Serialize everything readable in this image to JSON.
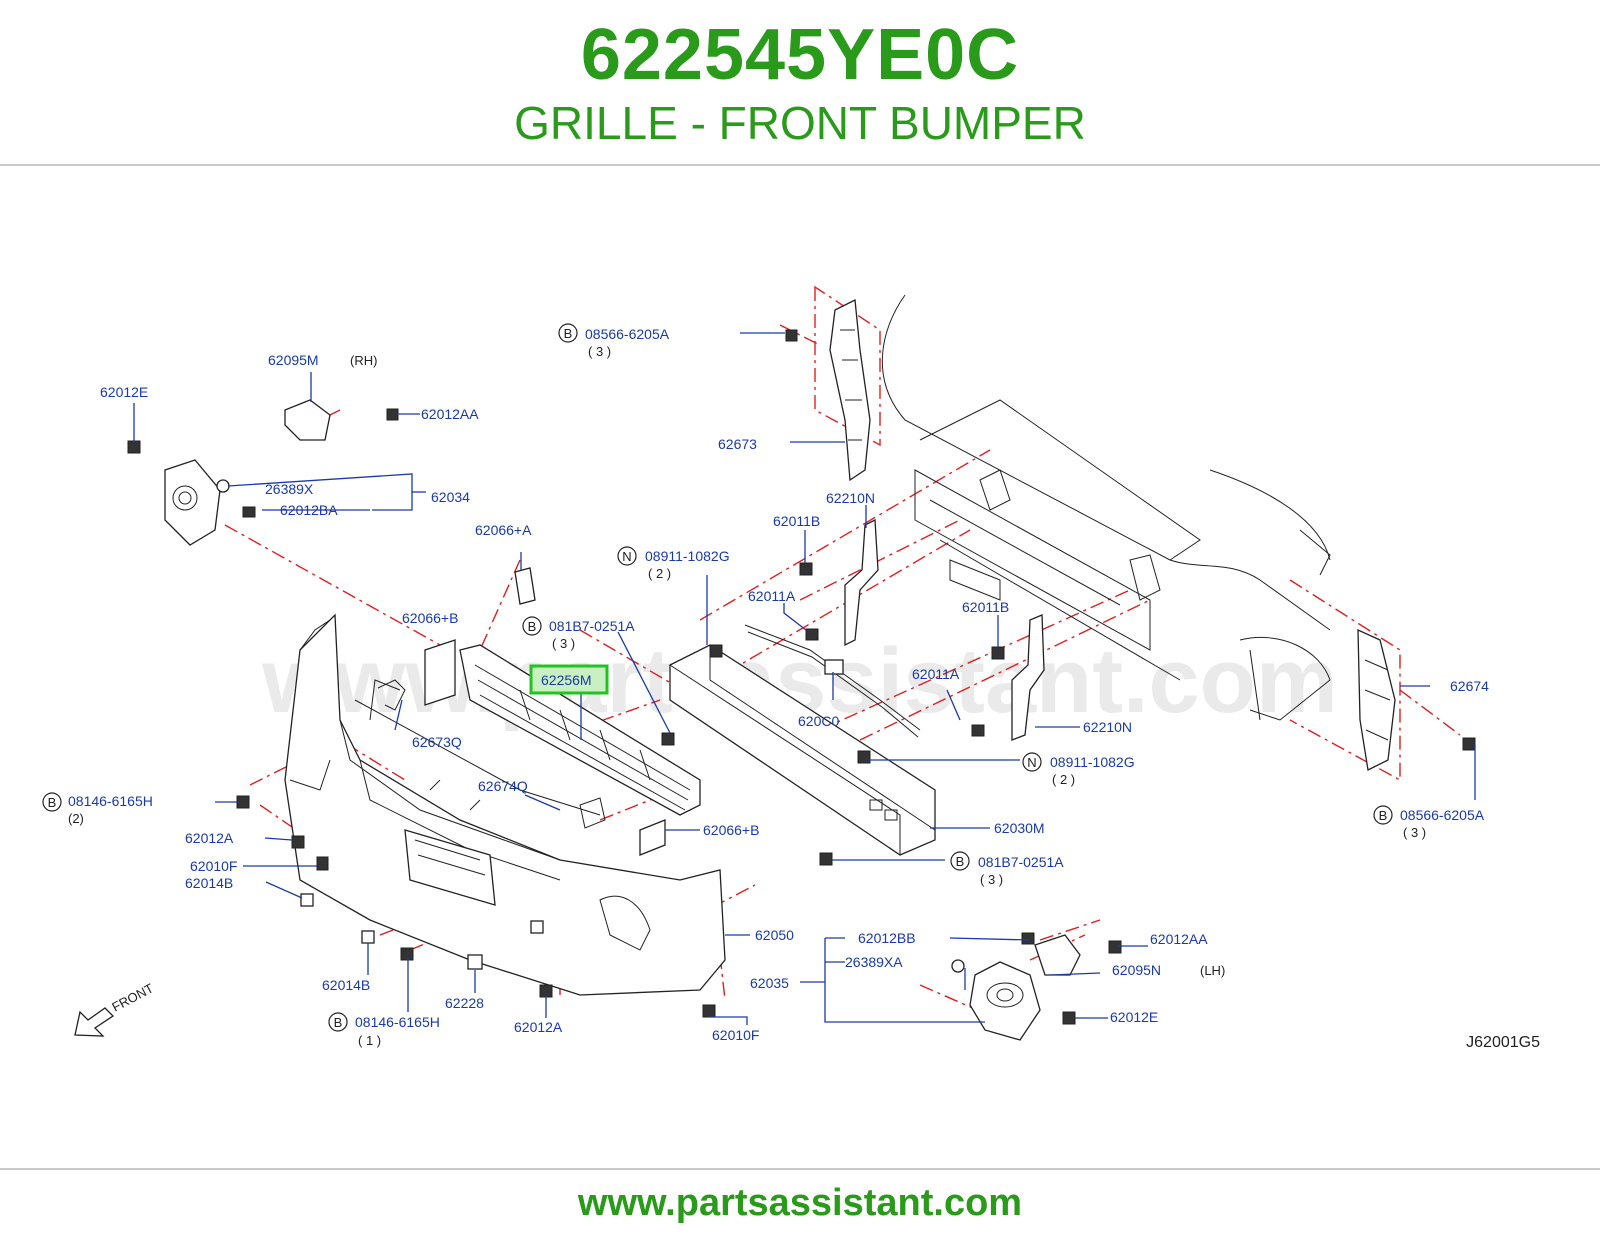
{
  "header": {
    "part_number": "622545YE0C",
    "part_name": "GRILLE - FRONT BUMPER"
  },
  "watermark": "www.partsassistant.com",
  "diagram_code": "J62001G5",
  "front_label": "FRONT",
  "highlighted_part": "62256M",
  "colors": {
    "title": "#2a9a1a",
    "callout": "#1a3aa8",
    "guide_line": "#e02020",
    "highlight": "#21c321"
  },
  "labels": {
    "l62095M": "62095M",
    "rh": "(RH)",
    "l62012E_a": "62012E",
    "l62012AA_a": "62012AA",
    "l26389X": "26389X",
    "l62034": "62034",
    "l62012BA": "62012BA",
    "b_08566_a": "08566-6205A",
    "q3_a": "(  3  )",
    "l62673": "62673",
    "l62210N_a": "62210N",
    "l62011B_a": "62011B",
    "n_08911_a": "08911-1082G",
    "q2_a": "(  2  )",
    "l62066A": "62066+A",
    "l62066B_a": "62066+B",
    "b_081B7_a": "081B7-0251A",
    "q3_b": "(  3  )",
    "l62011A_a": "62011A",
    "l62011B_b": "62011B",
    "l62674": "62674",
    "l62256M": "62256M",
    "l62673Q": "62673Q",
    "l620C0": "620C0",
    "l62011A_b": "62011A",
    "l62210N_b": "62210N",
    "n_08911_b": "08911-1082G",
    "q2_b": "(  2  )",
    "b_08146_a": "08146-6165H",
    "q2_c": "(2)",
    "l62674Q": "62674Q",
    "l62012A_a": "62012A",
    "l62066B_b": "62066+B",
    "l62030M": "62030M",
    "b_08566_b": "08566-6205A",
    "q3_c": "(  3  )",
    "l62010F_a": "62010F",
    "l62014B_a": "62014B",
    "b_081B7_b": "081B7-0251A",
    "q3_d": "(  3  )",
    "l62050": "62050",
    "l62012BB": "62012BB",
    "l62012AA_b": "62012AA",
    "l26389XA": "26389XA",
    "l62095N": "62095N",
    "lh": "(LH)",
    "l62014B_b": "62014B",
    "l62035": "62035",
    "l62228": "62228",
    "l62012E_b": "62012E",
    "b_08146_b": "08146-6165H",
    "q1": "(  1  )",
    "l62012A_b": "62012A",
    "l62010F_b": "62010F",
    "circle_B": "B",
    "circle_N": "N"
  },
  "footer": {
    "url": "www.partsassistant.com"
  }
}
